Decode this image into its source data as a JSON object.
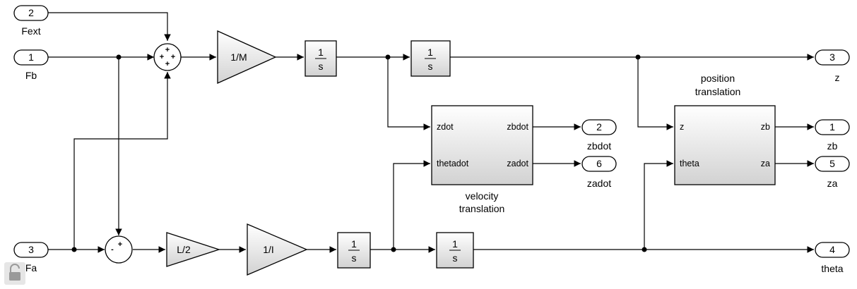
{
  "inports": [
    {
      "num": "2",
      "label": "Fext"
    },
    {
      "num": "1",
      "label": "Fb"
    },
    {
      "num": "3",
      "label": "Fa"
    }
  ],
  "outports": [
    {
      "num": "3",
      "label": "z"
    },
    {
      "num": "2",
      "label": "zbdot"
    },
    {
      "num": "6",
      "label": "zadot"
    },
    {
      "num": "1",
      "label": "zb"
    },
    {
      "num": "5",
      "label": "za"
    },
    {
      "num": "4",
      "label": "theta"
    }
  ],
  "gains": {
    "inv_mass": "1/M",
    "half_length": "L/2",
    "inv_inertia": "1/I"
  },
  "integrator": {
    "numerator": "1",
    "denominator": "s"
  },
  "velocity_translation": {
    "title_line1": "velocity",
    "title_line2": "translation",
    "in1": "zdot",
    "in2": "thetadot",
    "out1": "zbdot",
    "out2": "zadot"
  },
  "position_translation": {
    "title_line1": "position",
    "title_line2": "translation",
    "in1": "z",
    "in2": "theta",
    "out1": "zb",
    "out2": "za"
  },
  "sum_signs": {
    "top": "+",
    "left": "+",
    "right": "+",
    "bottom": "+",
    "diff_minus": "-",
    "diff_plus": "+"
  },
  "colors": {
    "line": "#000000",
    "block_fill_top": "#ffffff",
    "block_fill_bottom": "#d4d4d4",
    "lock": "#9a9a9a"
  }
}
